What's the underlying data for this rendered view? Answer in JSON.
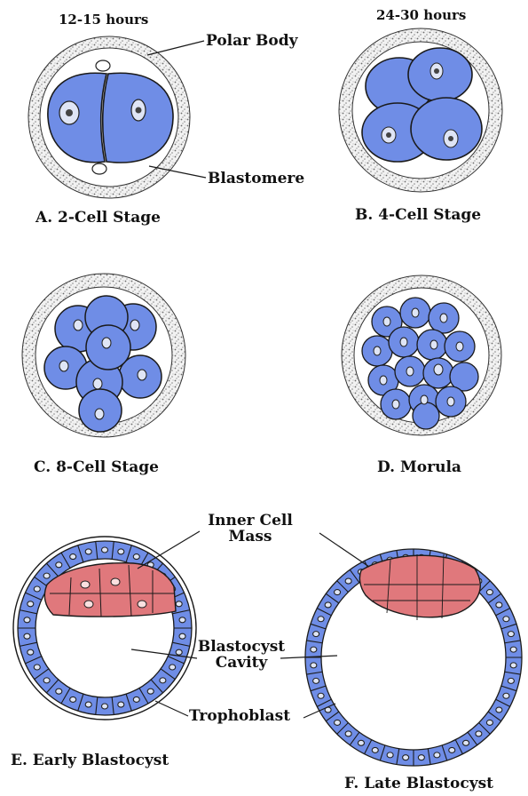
{
  "diagram": {
    "times": {
      "a": "12-15 hours",
      "b": "24-30 hours"
    },
    "callouts": {
      "polar_body": "Polar Body",
      "blastomere": "Blastomere",
      "inner_cell_mass_1": "Inner Cell",
      "inner_cell_mass_2": "Mass",
      "blastocyst_cavity_1": "Blastocyst",
      "blastocyst_cavity_2": "Cavity",
      "trophoblast": "Trophoblast"
    },
    "stages": {
      "a": "A. 2-Cell Stage",
      "b": "B. 4-Cell Stage",
      "c": "C. 8-Cell Stage",
      "d": "D. Morula",
      "e": "E. Early Blastocyst",
      "f": "F. Late Blastocyst"
    },
    "colors": {
      "cell_blue": "#6f8de6",
      "inner_mass_red": "#e0787c",
      "outline": "#1a1a1a",
      "zona_speckle": "#555555"
    }
  }
}
